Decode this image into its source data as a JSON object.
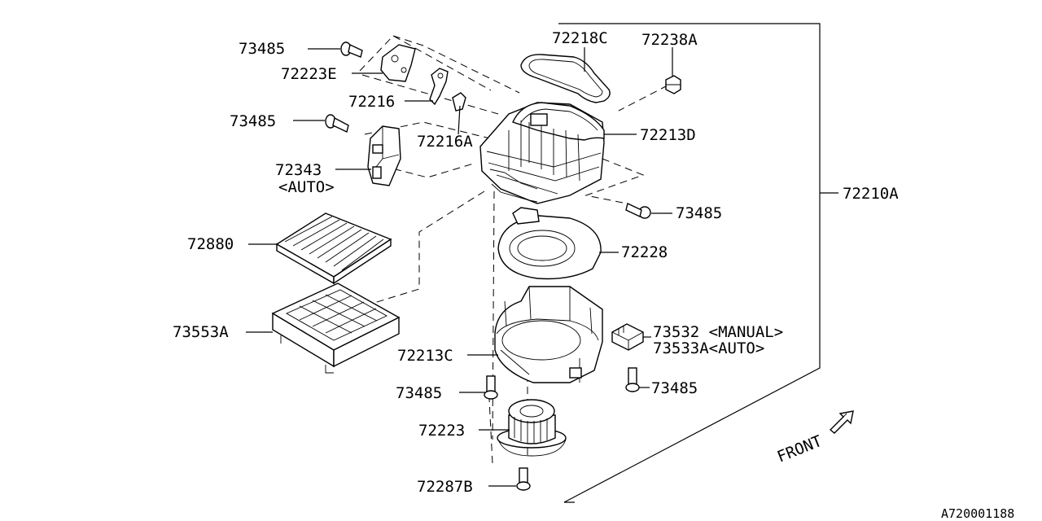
{
  "diagram": {
    "labels": {
      "p73485_top": "73485",
      "p72223E": "72223E",
      "p72216": "72216",
      "p73485_mid": "73485",
      "p72216A": "72216A",
      "p72343": "72343",
      "p72343_auto": "<AUTO>",
      "p72218C": "72218C",
      "p72238A": "72238A",
      "p72213D": "72213D",
      "p72210A": "72210A",
      "p73485_right": "73485",
      "p72880": "72880",
      "p72228": "72228",
      "p73553A": "73553A",
      "p73532": "73532 <MANUAL>",
      "p73533A": "73533A<AUTO>",
      "p72213C": "72213C",
      "p73485_low_left": "73485",
      "p73485_low_right": "73485",
      "p72223": "72223",
      "p72287B": "72287B",
      "front": "FRONT",
      "diagram_id": "A720001188"
    }
  }
}
